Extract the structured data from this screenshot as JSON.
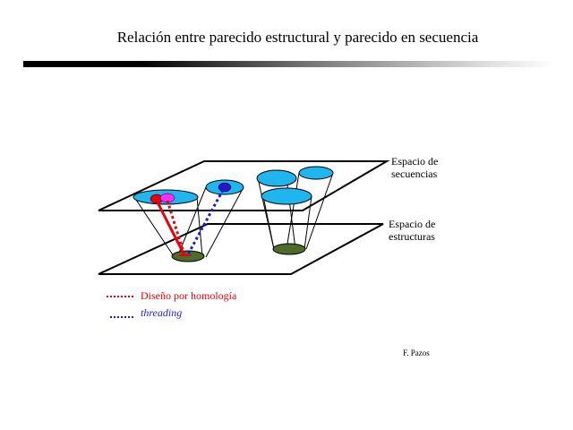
{
  "slide": {
    "title": "Relación entre parecido estructural y parecido en secuencia",
    "credit": "F. Pazos"
  },
  "diagram": {
    "planes": {
      "sequence_label_line1": "Espacio de",
      "sequence_label_line2": "secuencias",
      "structure_label_line1": "Espacio de",
      "structure_label_line2": "estructuras"
    },
    "colors": {
      "ellipse_fill": "#1fb6f0",
      "structure_fill": "#4f6b2b",
      "homology": "#e8000d",
      "threading": "#1a1ad9",
      "magenta": "#ff2bff",
      "dark_blue": "#2a14c8"
    }
  },
  "legend": {
    "items": [
      {
        "label": "Diseño por homología",
        "color": "#e8000d",
        "style": "normal"
      },
      {
        "label": "threading",
        "color": "#1a1ad9",
        "style": "italic"
      }
    ]
  }
}
